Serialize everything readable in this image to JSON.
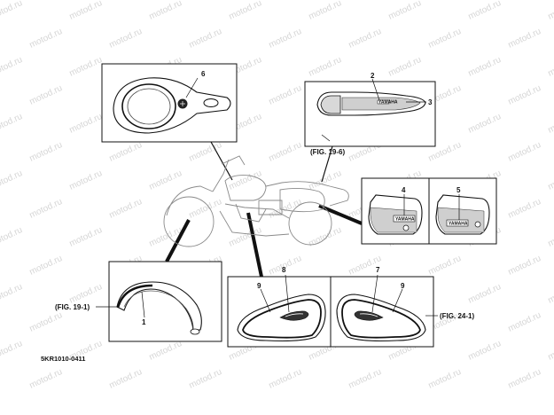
{
  "watermark": "motod.ru",
  "callouts": {
    "c1": "1",
    "c2": "2",
    "c3": "3",
    "c4": "4",
    "c5": "5",
    "c6": "6",
    "c7": "7",
    "c8": "8",
    "c9a": "9",
    "c9b": "9"
  },
  "figure_refs": {
    "fig_19_6": "(FIG. 19-6)",
    "fig_19_1": "(FIG. 19-1)",
    "fig_24_1": "(FIG. 24-1)"
  },
  "brand_text": "YAMAHA",
  "part_code": "5KR1010-0411"
}
